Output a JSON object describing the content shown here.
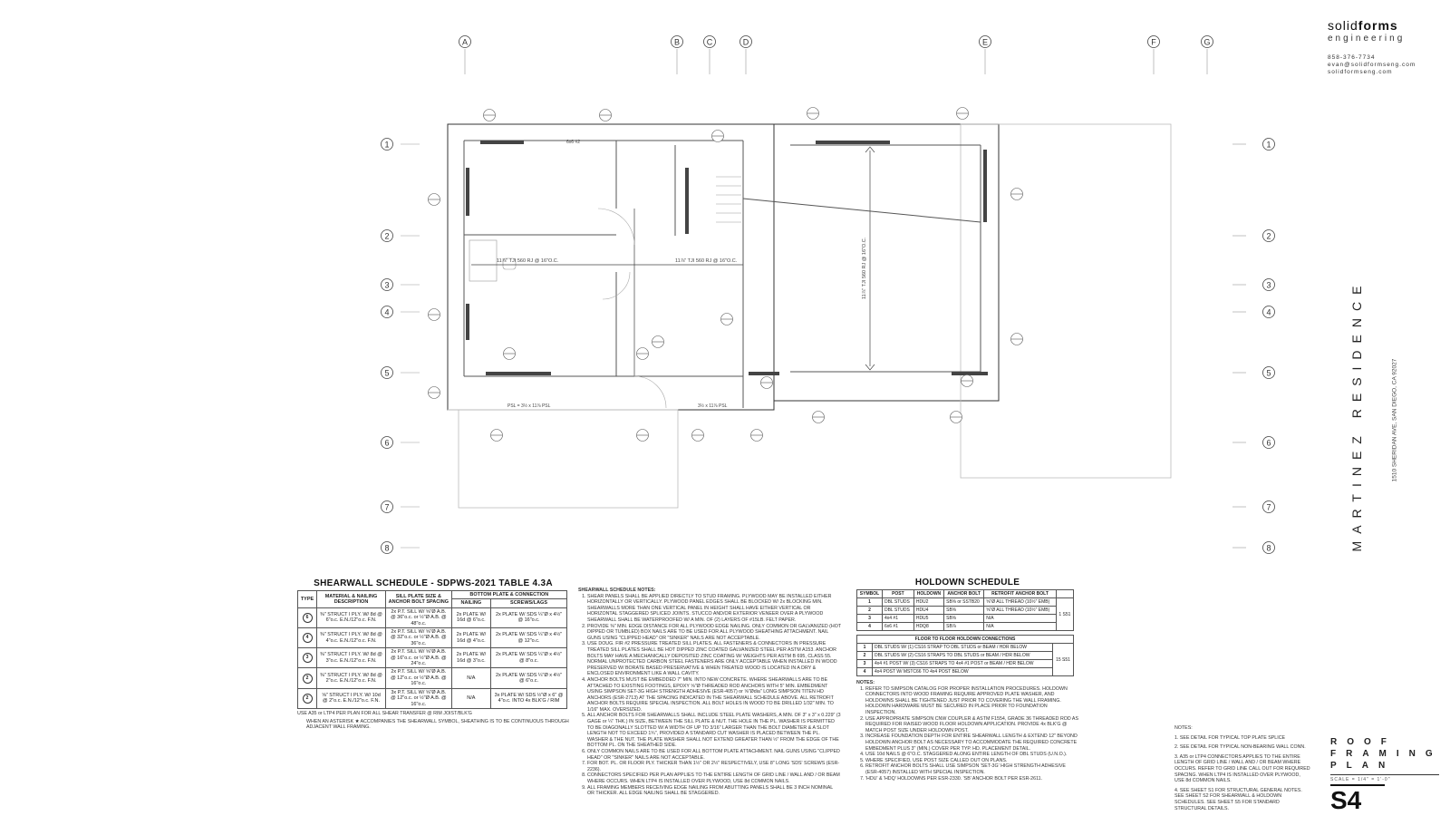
{
  "firm": {
    "name_regular": "solid",
    "name_bold": "forms",
    "subtitle": "engineering",
    "phone": "858-376-7734",
    "email": "evan@solidformseng.com",
    "website": "solidformseng.com"
  },
  "project": {
    "title": "MARTINEZ RESIDENCE",
    "address": "1510 SHERIDAN AVE, SAN DIEGO, CA 92027"
  },
  "sheet": {
    "title_lines": [
      "ROOF",
      "FRAMING",
      "PLAN"
    ],
    "scale": "SCALE = 1/4\" = 1'-0\"",
    "number": "S4"
  },
  "grid": {
    "columns": [
      "A",
      "B",
      "C",
      "D",
      "E",
      "F",
      "G"
    ],
    "rows": [
      "1",
      "2",
      "3",
      "4",
      "5",
      "6",
      "7",
      "8"
    ]
  },
  "plan_labels": {
    "joist_main": "11⅞\" TJI 560 RJ @ 16\"O.C.",
    "joist_right": "11⅞\" TJI 560 RJ @ 16\"O.C.",
    "joist_mid": "11⅞\" TJI 560 RJ @ 16\"O.C.",
    "beam_bottom": "PSL = 3½ x 11⅞ PSL",
    "beam_bottom_right": "3½ x 11⅞ PSL",
    "post": "6x6 #2"
  },
  "shearwall": {
    "title": "SHEARWALL SCHEDULE - SDPWS-2021 TABLE 4.3A",
    "headers": {
      "type": "TYPE",
      "material": "MATERIAL & NAILING DESCRIPTION",
      "sill": "SILL PLATE SIZE & ANCHOR BOLT SPACING",
      "bottom": "BOTTOM PLATE & CONNECTION",
      "nailing": "NAILING",
      "screws": "SCREWS/LAGS"
    },
    "rows": [
      {
        "type": "6",
        "material": "⅜\" STRUCT I PLY. W/ 8d @ 6\"o.c. E.N./12\"o.c. F.N.",
        "sill": "2x P.T. SILL W/ ⅝\"Ø A.B. @ 36\"o.c. or ½\"Ø A.B. @ 48\"o.c.",
        "nailing": "2x PLATE W/ 16d @ 6\"o.c.",
        "screws": "2x PLATE W/ SDS ¼\"Ø x 4½\" @ 16\"o.c."
      },
      {
        "type": "4",
        "material": "⅜\" STRUCT I PLY. W/ 8d @ 4\"o.c. E.N./12\"o.c. F.N.",
        "sill": "2x P.T. SILL W/ ⅝\"Ø A.B. @ 32\"o.c. or ½\"Ø A.B. @ 36\"o.c.",
        "nailing": "2x PLATE W/ 16d @ 4\"o.c.",
        "screws": "2x PLATE W/ SDS ¼\"Ø x 4½\" @ 12\"o.c."
      },
      {
        "type": "3",
        "material": "⅜\" STRUCT I PLY. W/ 8d @ 3\"o.c. E.N./12\"o.c. F.N.",
        "sill": "2x P.T. SILL W/ ⅝\"Ø A.B. @ 16\"o.c. or ½\"Ø A.B. @ 24\"o.c.",
        "nailing": "2x PLATE W/ 16d @ 3\"o.c.",
        "screws": "2x PLATE W/ SDS ¼\"Ø x 4½\" @ 8\"o.c."
      },
      {
        "type": "2",
        "material": "⅜\" STRUCT I PLY. W/ 8d @ 2\"o.c. E.N./12\"o.c. F.N.",
        "sill": "2x P.T. SILL W/ ⅝\"Ø A.B. @ 12\"o.c. or ½\"Ø A.B. @ 16\"o.c.",
        "nailing": "N/A",
        "screws": "2x PLATE W/ SDS ¼\"Ø x 4½\" @ 6\"o.c."
      },
      {
        "type": "2",
        "material": "⅝\" STRUCT I PLY. W/ 10d @ 2\"o.c. E.N./12\"o.c. F.N.",
        "sill": "3x P.T. SILL W/ ⅝\"Ø A.B. @ 12\"o.c. or ½\"Ø A.B. @ 16\"o.c.",
        "nailing": "N/A",
        "screws": "3x PLATE W/ SDS ½\"Ø x 6\" @ 4\"o.c. INTO 4x BLK'G / RIM"
      }
    ],
    "footnote1": "USE A35 or LTP4 PER PLAN FOR ALL SHEAR TRANSFER @ RIM JOIST/BLK'G",
    "footnote2": "WHEN AN ASTERISK ★ ACCOMPANIES THE SHEARWALL SYMBOL, SHEATHING IS TO BE CONTINUOUS THROUGH ADJACENT WALL FRAMING."
  },
  "shearwall_notes": {
    "title": "SHEARWALL SCHEDULE NOTES:",
    "items": [
      "SHEAR PANELS SHALL BE APPLIED DIRECTLY TO STUD FRAMING. PLYWOOD MAY BE INSTALLED EITHER HORIZONTALLY OR VERTICALLY. PLYWOOD PANEL EDGES SHALL BE BLOCKED W/ 2x BLOCKING MIN. SHEARWALLS MORE THAN ONE VERTICAL PANEL IN HEIGHT SHALL HAVE EITHER VERTICAL OR HORIZONTAL STAGGERED SPLICED JOINTS. STUCCO AND/OR EXTERIOR VENEER OVER A PLYWOOD SHEARWALL SHALL BE WATERPROOFED W/ A MIN. OF (2) LAYERS OF #15LB. FELT PAPER.",
      "PROVIDE ⅜\" MIN. EDGE DISTANCE FOR ALL PLYWOOD EDGE NAILING. ONLY COMMON OR GALVANIZED (HOT DIPPED OR TUMBLED) BOX NAILS ARE TO BE USED FOR ALL PLYWOOD SHEATHING ATTACHMENT. NAIL GUNS USING \"CLIPPED HEAD\" OR \"SINKER\" NAILS ARE NOT ACCEPTABLE.",
      "USE DOUG. FIR #2 PRESSURE TREATED SILL PLATES. ALL FASTENERS & CONNECTORS IN PRESSURE TREATED SILL PLATES SHALL BE HOT DIPPED ZINC COATED GALVANIZED STEEL PER ASTM A153. ANCHOR BOLTS MAY HAVE A MECHANICALLY DEPOSITED ZINC COATING W/ WEIGHTS PER ASTM B 695, CLASS 55. NORMAL UNPROTECTED CARBON STEEL FASTENERS ARE ONLY ACCEPTABLE WHEN INSTALLED IN WOOD PRESERVED W/ BORATE BASED PRESERVATIVE & WHEN TREATED WOOD IS LOCATED IN A DRY & ENCLOSED ENVIRONMENT LIKE A WALL CAVITY.",
      "ANCHOR BOLTS MUST BE EMBEDDED 7\" MIN. INTO NEW CONCRETE. WHERE SHEARWALLS ARE TO BE ATTACHED TO EXISTING FOOTINGS, EPOXY ⅝\"Ø THREADED ROD ANCHORS WITH 5\" MIN. EMBEDMENT USING SIMPSON SET-3G HIGH STRENGTH ADHESIVE (ESR-4057) or ⅝\"Ødia\" LONG SIMPSON TITEN HD ANCHORS (ESR-2713) AT THE SPACING INDICATED IN THE SHEARWALL SCHEDULE ABOVE. ALL RETROFIT ANCHOR BOLTS REQUIRE SPECIAL INSPECTION. ALL BOLT HOLES IN WOOD TO BE DRILLED 1/32\" MIN. TO 1/16\" MAX. OVERSIZED.",
      "ALL ANCHOR BOLTS FOR SHEARWALLS SHALL INCLUDE STEEL PLATE WASHERS, A MIN. OF 3\" x 3\" x 0.229\" (3 GAGE or ¼\" THK.) IN SIZE, BETWEEN THE SILL PLATE & NUT. THE HOLE IN THE PL. WASHER IS PERMITTED TO BE DIAGONALLY SLOTTED W/ A WIDTH OF UP TO 3/16\" LARGER THAN THE BOLT DIAMETER & A SLOT LENGTH NOT TO EXCEED 1¾\", PROVIDED A STANDARD CUT WASHER IS PLACED BETWEEN THE PL. WASHER & THE NUT. THE PLATE WASHER SHALL NOT EXTEND GREATER THAN ½\" FROM THE EDGE OF THE BOTTOM PL. ON THE SHEATHED SIDE.",
      "ONLY COMMON NAILS ARE TO BE USED FOR ALL BOTTOM PLATE ATTACHMENT. NAIL GUNS USING \"CLIPPED HEAD\" OR \"SINKER\" NAILS ARE NOT ACCEPTABLE.",
      "FOR BOT. PL. OR FLOOR PLY. THICKER THAN 1½\" OR 2½\" RESPECTIVELY, USE 8\" LONG 'SDS' SCREWS (ESR-2236).",
      "CONNECTORS SPECIFIED PER PLAN APPLIES TO THE ENTIRE LENGTH OF GRID LINE / WALL AND / OR BEAM WHERE OCCURS. WHEN LTP4 IS INSTALLED OVER PLYWOOD, USE 8d COMMON NAILS.",
      "ALL FRAMING MEMBERS RECEIVING EDGE NAILING FROM ABUTTING PANELS SHALL BE 3 INCH NOMINAL OR THICKER. ALL EDGE NAILING SHALL BE STAGGERED."
    ]
  },
  "holdown": {
    "title": "HOLDOWN SCHEDULE",
    "headers": {
      "symbol": "SYMBOL",
      "post": "POST",
      "holdown": "HOLDOWN",
      "anchor": "ANCHOR BOLT",
      "retrofit": "RETROFIT ANCHOR BOLT"
    },
    "rows": [
      {
        "symbol": "1",
        "post": "DBL STUDS",
        "holdown": "HDU2",
        "anchor": "SB⅝ or SSTB20",
        "retrofit": "⅝\"Ø ALL THREAD (10½\" EMB)"
      },
      {
        "symbol": "2",
        "post": "DBL STUDS",
        "holdown": "HDU4",
        "anchor": "SB⅝",
        "retrofit": "⅝\"Ø ALL THREAD (10½\" EMB)"
      },
      {
        "symbol": "3",
        "post": "4x4 #1",
        "holdown": "HDU5",
        "anchor": "SB⅝",
        "retrofit": "N/A"
      },
      {
        "symbol": "4",
        "post": "6x6 #1",
        "holdown": "HDQ8",
        "anchor": "SB⅞",
        "retrofit": "N/A"
      }
    ],
    "f2f_title": "FLOOR TO FLOOR HOLDOWN CONNECTIONS",
    "f2f_rows": [
      {
        "symbol": "1",
        "text": "DBL STUDS W/ (1) CS16 STRAP TO DBL STUDS or BEAM / HDR BELOW"
      },
      {
        "symbol": "2",
        "text": "DBL STUDS W/ (2) CS16 STRAPS TO DBL STUDS or BEAM / HDR BELOW"
      },
      {
        "symbol": "3",
        "text": "4x4 #1 POST W/ (3) CS16 STRAPS TO 4x4 #1 POST or BEAM / HDR BELOW"
      },
      {
        "symbol": "4",
        "text": "4x4 POST W/ MSTC66 TO 4x4 POST BELOW"
      }
    ],
    "ref1": "1 S51",
    "ref2": "15 S51",
    "notes_title": "NOTES:",
    "notes": [
      "REFER TO SIMPSON CATALOG FOR PROPER INSTALLATION PROCEDURES. HOLDOWN CONNECTORS INTO WOOD FRAMING REQUIRE APPROVED PLATE WASHER, AND HOLDOWNS SHALL BE TIGHTENED JUST PRIOR TO COVERING THE WALL FRAMING. HOLDOWN HARDWARE MUST BE SECURED IN PLACE PRIOR TO FOUNDATION INSPECTION.",
      "USE APPROPRIATE SIMPSON CNW COUPLER & ASTM F1554, GRADE 36 THREADED ROD AS REQUIRED FOR RAISED WOOD FLOOR HOLDOWN APPLICATION. PROVIDE 4x BLK'G @ MATCH POST SIZE UNDER HOLDOWN POST.",
      "INCREASE FOUNDATION DEPTH FOR ENTIRE SHEARWALL LENGTH & EXTEND 12\" BEYOND HOLDOWN ANCHOR BOLT AS NECESSARY TO ACCOMMODATE THE REQUIRED CONCRETE EMBEDMENT PLUS 3\" (MIN.) COVER PER TYP. HD. PLACEMENT DETAIL.",
      "USE 10d NAILS @ 6\"O.C. STAGGERED ALONG ENTIRE LENGTH OF DBL STUDS (U.N.O.).",
      "WHERE SPECIFIED, USE POST SIZE CALLED OUT ON PLANS.",
      "RETROFIT ANCHOR BOLTS SHALL USE SIMPSON 'SET-3G' HIGH STRENGTH ADHESIVE (ESR-4057) INSTALLED WITH SPECIAL INSPECTION.",
      "'HDU' & 'HDQ' HOLDOWNS PER ESR-2330. 'SB' ANCHOR BOLT PER ESR-2611."
    ]
  },
  "sheet_notes": {
    "title": "NOTES:",
    "items": [
      "1. SEE DETAIL FOR TYPICAL TOP PLATE SPLICE",
      "2. SEE DETAIL FOR TYPICAL NON-BEARING WALL CONN.",
      "3. A35 or LTP4 CONNECTORS APPLIES TO THE ENTIRE LENGTH OF GRID LINE / WALL AND / OR BEAM WHERE OCCURS. REFER TO GRID LINE CALL OUT FOR REQUIRED SPACING. WHEN LTP4 IS INSTALLED OVER PLYWOOD, USE 8d COMMON NAILS.",
      "4. SEE SHEET S1 FOR STRUCTURAL GENERAL NOTES. SEE SHEET S2 FOR SHEARWALL & HOLDOWN SCHEDULES. SEE SHEET S5 FOR STANDARD STRUCTURAL DETAILS."
    ]
  }
}
